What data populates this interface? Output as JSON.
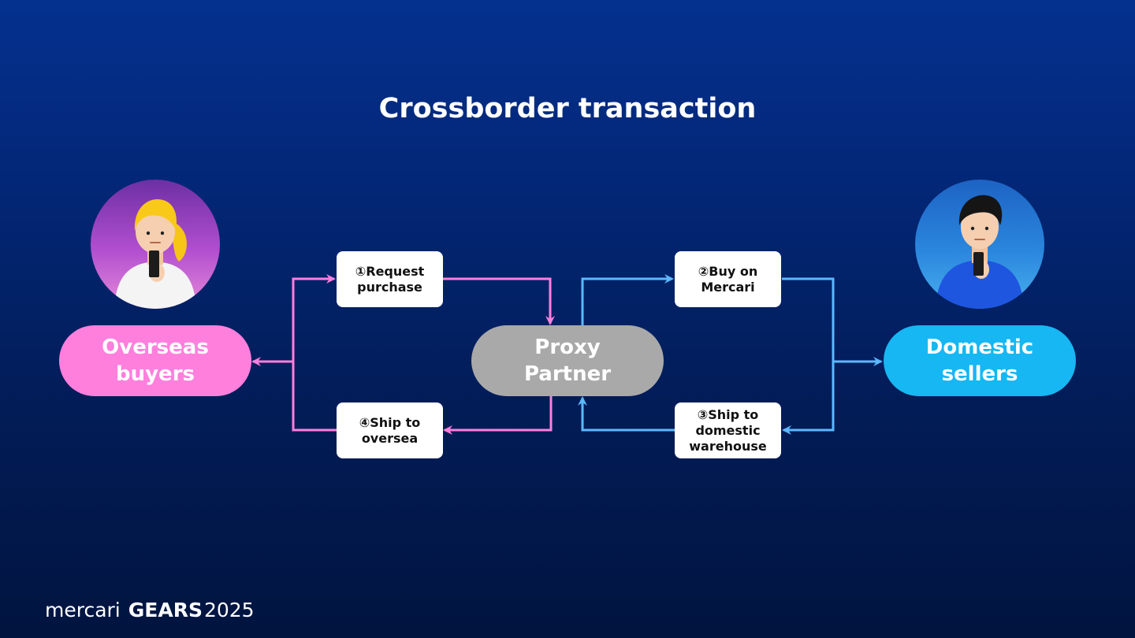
{
  "title": "Crossborder transaction",
  "nodes": {
    "buyers": "Overseas\nbuyers",
    "proxy": "Proxy\nPartner",
    "sellers": "Domestic\nsellers"
  },
  "steps": [
    "①Request\npurchase",
    "②Buy on\nMercari",
    "③Ship to\ndomestic\nwarehouse",
    "④Ship to\noversea"
  ],
  "footer": {
    "brand": "mercari",
    "event": "GEARS",
    "year": "2025"
  },
  "colors": {
    "buyer_flow": "#ff7fdd",
    "seller_flow": "#5cb8ff",
    "proxy": "#a9a9a9",
    "sellers": "#16b7f2"
  }
}
